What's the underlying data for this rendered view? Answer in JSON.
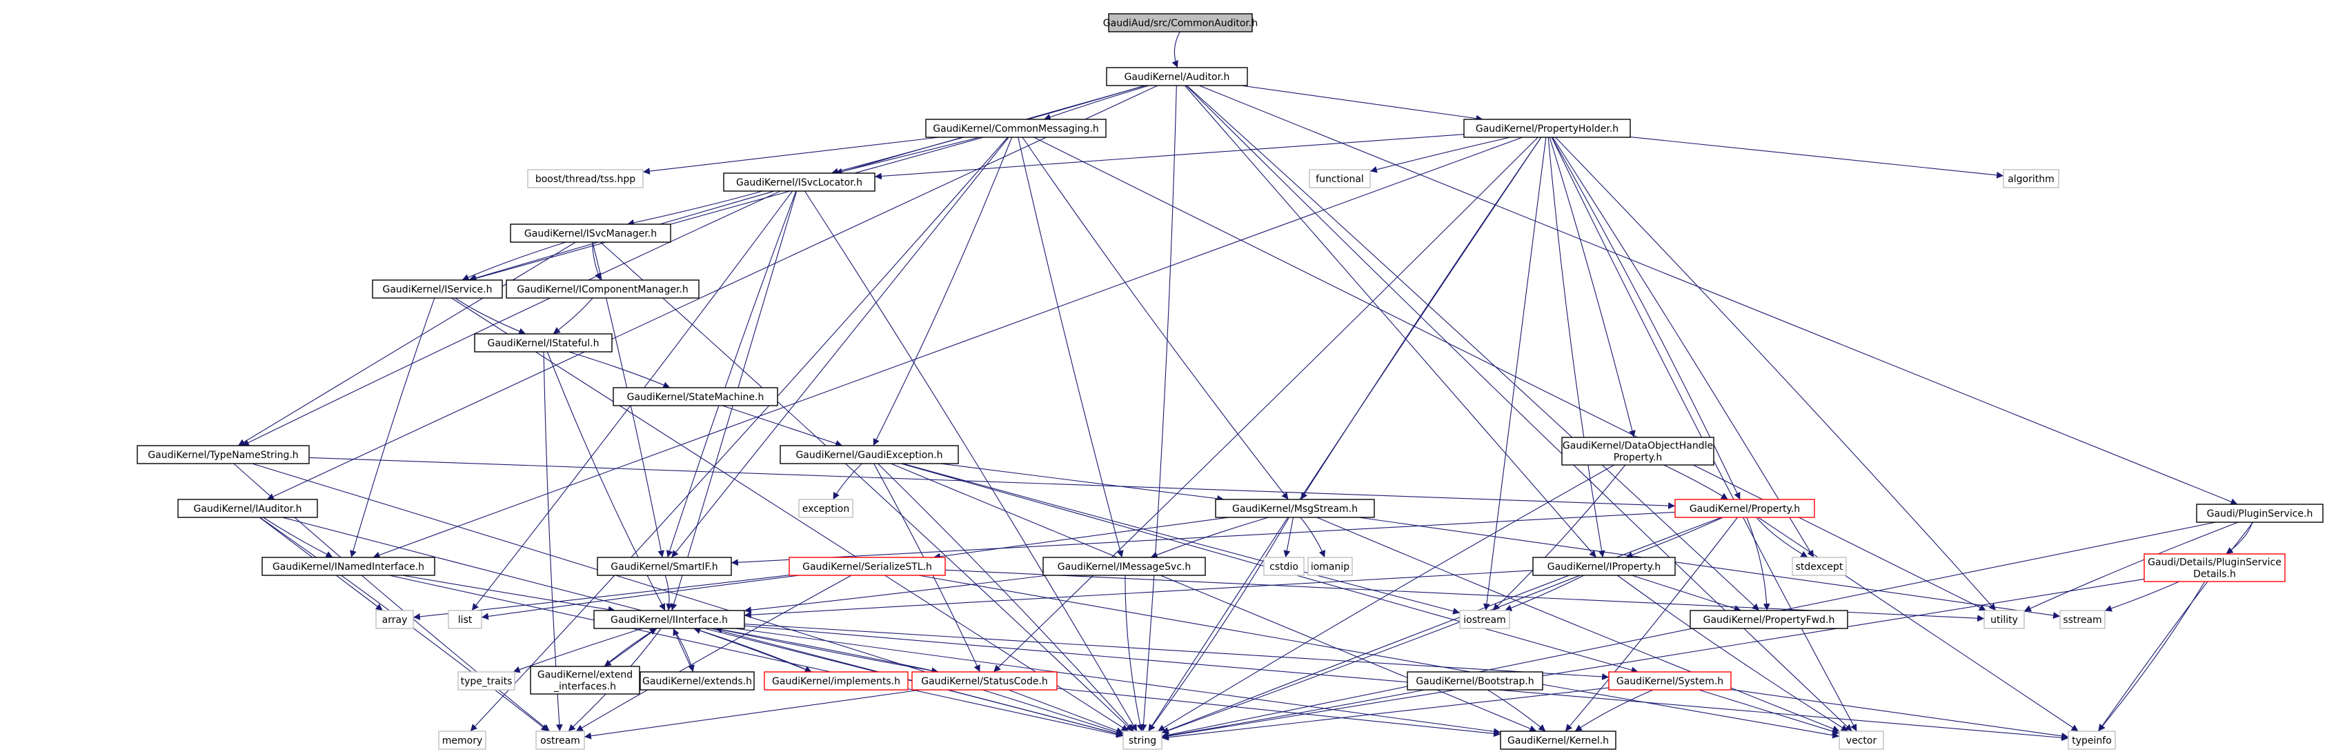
{
  "colors": {
    "edge": "#191970",
    "root_fill": "#bfbfbf",
    "root_border": "#000000",
    "normal_border": "#000000",
    "truncated_border": "#ff0000",
    "external_border": "#bfbfbf",
    "background": "#ffffff"
  },
  "nodes": [
    {
      "id": "root",
      "label": "GaudiAud/src/CommonAuditor.h",
      "kind": "root"
    },
    {
      "id": "auditor",
      "label": "GaudiKernel/Auditor.h",
      "kind": "normal"
    },
    {
      "id": "commonmsg",
      "label": "GaudiKernel/CommonMessaging.h",
      "kind": "normal"
    },
    {
      "id": "propholder",
      "label": "GaudiKernel/PropertyHolder.h",
      "kind": "normal"
    },
    {
      "id": "pluginsvc",
      "label": "Gaudi/PluginService.h",
      "kind": "normal"
    },
    {
      "id": "boostthread",
      "label": "boost/thread/tss.hpp",
      "kind": "external"
    },
    {
      "id": "isvclocator",
      "label": "GaudiKernel/ISvcLocator.h",
      "kind": "normal"
    },
    {
      "id": "functional",
      "label": "functional",
      "kind": "external"
    },
    {
      "id": "algorithm",
      "label": "algorithm",
      "kind": "external"
    },
    {
      "id": "isvcmanager",
      "label": "GaudiKernel/ISvcManager.h",
      "kind": "normal"
    },
    {
      "id": "iservice",
      "label": "GaudiKernel/IService.h",
      "kind": "normal"
    },
    {
      "id": "icompmgr",
      "label": "GaudiKernel/IComponentManager.h",
      "kind": "normal"
    },
    {
      "id": "istateful",
      "label": "GaudiKernel/IStateful.h",
      "kind": "normal"
    },
    {
      "id": "statemachine",
      "label": "GaudiKernel/StateMachine.h",
      "kind": "normal"
    },
    {
      "id": "typename",
      "label": "GaudiKernel/TypeNameString.h",
      "kind": "normal"
    },
    {
      "id": "gaudiexc",
      "label": "GaudiKernel/GaudiException.h",
      "kind": "normal"
    },
    {
      "id": "dataobj",
      "label": [
        "GaudiKernel/DataObjectHandle",
        "Property.h"
      ],
      "kind": "normal"
    },
    {
      "id": "iauditor",
      "label": "GaudiKernel/IAuditor.h",
      "kind": "normal"
    },
    {
      "id": "exception",
      "label": "exception",
      "kind": "external"
    },
    {
      "id": "msgstream",
      "label": "GaudiKernel/MsgStream.h",
      "kind": "normal"
    },
    {
      "id": "property",
      "label": "GaudiKernel/Property.h",
      "kind": "truncated"
    },
    {
      "id": "plugindetails",
      "label": [
        "Gaudi/Details/PluginService",
        "Details.h"
      ],
      "kind": "truncated"
    },
    {
      "id": "inamedif",
      "label": "GaudiKernel/INamedInterface.h",
      "kind": "normal"
    },
    {
      "id": "smartif",
      "label": "GaudiKernel/SmartIF.h",
      "kind": "normal"
    },
    {
      "id": "serializestl",
      "label": "GaudiKernel/SerializeSTL.h",
      "kind": "truncated"
    },
    {
      "id": "imessagesvc",
      "label": "GaudiKernel/IMessageSvc.h",
      "kind": "normal"
    },
    {
      "id": "cstdio",
      "label": "cstdio",
      "kind": "external"
    },
    {
      "id": "iomanip",
      "label": "iomanip",
      "kind": "external"
    },
    {
      "id": "iproperty",
      "label": "GaudiKernel/IProperty.h",
      "kind": "normal"
    },
    {
      "id": "stdexcept",
      "label": "stdexcept",
      "kind": "external"
    },
    {
      "id": "array",
      "label": "array",
      "kind": "external"
    },
    {
      "id": "list",
      "label": "list",
      "kind": "external"
    },
    {
      "id": "iinterface",
      "label": "GaudiKernel/IInterface.h",
      "kind": "normal"
    },
    {
      "id": "iostream",
      "label": "iostream",
      "kind": "external"
    },
    {
      "id": "propfwd",
      "label": "GaudiKernel/PropertyFwd.h",
      "kind": "normal"
    },
    {
      "id": "utility",
      "label": "utility",
      "kind": "external"
    },
    {
      "id": "sstream",
      "label": "sstream",
      "kind": "external"
    },
    {
      "id": "typetraits",
      "label": "type_traits",
      "kind": "external"
    },
    {
      "id": "extendif",
      "label": [
        "GaudiKernel/extend",
        "_interfaces.h"
      ],
      "kind": "normal"
    },
    {
      "id": "extends",
      "label": "GaudiKernel/extends.h",
      "kind": "normal"
    },
    {
      "id": "implements",
      "label": "GaudiKernel/implements.h",
      "kind": "truncated"
    },
    {
      "id": "statuscode",
      "label": "GaudiKernel/StatusCode.h",
      "kind": "truncated"
    },
    {
      "id": "bootstrap",
      "label": "GaudiKernel/Bootstrap.h",
      "kind": "normal"
    },
    {
      "id": "system",
      "label": "GaudiKernel/System.h",
      "kind": "truncated"
    },
    {
      "id": "memory",
      "label": "memory",
      "kind": "external"
    },
    {
      "id": "ostream",
      "label": "ostream",
      "kind": "external"
    },
    {
      "id": "string",
      "label": "string",
      "kind": "external"
    },
    {
      "id": "kernel",
      "label": "GaudiKernel/Kernel.h",
      "kind": "normal"
    },
    {
      "id": "vector",
      "label": "vector",
      "kind": "external"
    },
    {
      "id": "typeinfo",
      "label": "typeinfo",
      "kind": "external"
    }
  ],
  "edges": [
    [
      "root",
      "auditor"
    ],
    [
      "auditor",
      "commonmsg"
    ],
    [
      "auditor",
      "propholder"
    ],
    [
      "auditor",
      "pluginsvc"
    ],
    [
      "auditor",
      "isvclocator"
    ],
    [
      "auditor",
      "iservice"
    ],
    [
      "auditor",
      "iauditor"
    ],
    [
      "auditor",
      "iproperty"
    ],
    [
      "auditor",
      "propfwd"
    ],
    [
      "auditor",
      "string"
    ],
    [
      "auditor",
      "vector"
    ],
    [
      "commonmsg",
      "boostthread"
    ],
    [
      "commonmsg",
      "isvclocator"
    ],
    [
      "commonmsg",
      "iservice"
    ],
    [
      "commonmsg",
      "gaudiexc"
    ],
    [
      "commonmsg",
      "msgstream"
    ],
    [
      "commonmsg",
      "imessagesvc"
    ],
    [
      "commonmsg",
      "smartif"
    ],
    [
      "commonmsg",
      "utility"
    ],
    [
      "commonmsg",
      "memory"
    ],
    [
      "propholder",
      "isvclocator"
    ],
    [
      "propholder",
      "functional"
    ],
    [
      "propholder",
      "algorithm"
    ],
    [
      "propholder",
      "dataobj"
    ],
    [
      "propholder",
      "property"
    ],
    [
      "propholder",
      "iproperty"
    ],
    [
      "propholder",
      "msgstream"
    ],
    [
      "propholder",
      "iostream"
    ],
    [
      "propholder",
      "stdexcept"
    ],
    [
      "propholder",
      "utility"
    ],
    [
      "propholder",
      "vector"
    ],
    [
      "propholder",
      "string"
    ],
    [
      "propholder",
      "inamedif"
    ],
    [
      "propholder",
      "statuscode"
    ],
    [
      "isvclocator",
      "isvcmanager"
    ],
    [
      "isvclocator",
      "typename"
    ],
    [
      "isvclocator",
      "smartif"
    ],
    [
      "isvclocator",
      "iinterface"
    ],
    [
      "isvclocator",
      "list"
    ],
    [
      "isvclocator",
      "string"
    ],
    [
      "isvcmanager",
      "iservice"
    ],
    [
      "isvcmanager",
      "icompmgr"
    ],
    [
      "isvcmanager",
      "typename"
    ],
    [
      "isvcmanager",
      "smartif"
    ],
    [
      "isvcmanager",
      "string"
    ],
    [
      "iservice",
      "istateful"
    ],
    [
      "iservice",
      "inamedif"
    ],
    [
      "iservice",
      "string"
    ],
    [
      "icompmgr",
      "istateful"
    ],
    [
      "istateful",
      "statemachine"
    ],
    [
      "istateful",
      "iinterface"
    ],
    [
      "istateful",
      "ostream"
    ],
    [
      "statemachine",
      "gaudiexc"
    ],
    [
      "typename",
      "property"
    ],
    [
      "typename",
      "string"
    ],
    [
      "typename",
      "ostream"
    ],
    [
      "gaudiexc",
      "exception"
    ],
    [
      "gaudiexc",
      "msgstream"
    ],
    [
      "gaudiexc",
      "statuscode"
    ],
    [
      "gaudiexc",
      "string"
    ],
    [
      "gaudiexc",
      "iostream"
    ],
    [
      "gaudiexc",
      "system"
    ],
    [
      "gaudiexc",
      "kernel"
    ],
    [
      "dataobj",
      "property"
    ],
    [
      "dataobj",
      "iostream"
    ],
    [
      "dataobj",
      "string"
    ],
    [
      "iauditor",
      "inamedif"
    ],
    [
      "iauditor",
      "array"
    ],
    [
      "iauditor",
      "string"
    ],
    [
      "iauditor",
      "ostream"
    ],
    [
      "msgstream",
      "imessagesvc"
    ],
    [
      "msgstream",
      "serializestl"
    ],
    [
      "msgstream",
      "cstdio"
    ],
    [
      "msgstream",
      "iomanip"
    ],
    [
      "msgstream",
      "string"
    ],
    [
      "msgstream",
      "vector"
    ],
    [
      "msgstream",
      "sstream"
    ],
    [
      "property",
      "smartif"
    ],
    [
      "property",
      "iproperty"
    ],
    [
      "property",
      "propfwd"
    ],
    [
      "property",
      "stdexcept"
    ],
    [
      "property",
      "string"
    ],
    [
      "property",
      "typeinfo"
    ],
    [
      "property",
      "kernel"
    ],
    [
      "pluginsvc",
      "plugindetails"
    ],
    [
      "pluginsvc",
      "utility"
    ],
    [
      "pluginsvc",
      "typeinfo"
    ],
    [
      "pluginsvc",
      "string"
    ],
    [
      "plugindetails",
      "sstream"
    ],
    [
      "plugindetails",
      "typeinfo"
    ],
    [
      "plugindetails",
      "string"
    ],
    [
      "inamedif",
      "iinterface"
    ],
    [
      "inamedif",
      "string"
    ],
    [
      "smartif",
      "iinterface"
    ],
    [
      "serializestl",
      "array"
    ],
    [
      "serializestl",
      "list"
    ],
    [
      "serializestl",
      "ostream"
    ],
    [
      "serializestl",
      "utility"
    ],
    [
      "serializestl",
      "vector"
    ],
    [
      "imessagesvc",
      "iinterface"
    ],
    [
      "imessagesvc",
      "string"
    ],
    [
      "iproperty",
      "iinterface"
    ],
    [
      "iproperty",
      "propfwd"
    ],
    [
      "iproperty",
      "iostream"
    ],
    [
      "iproperty",
      "string"
    ],
    [
      "iproperty",
      "vector"
    ],
    [
      "iinterface",
      "typetraits"
    ],
    [
      "iinterface",
      "extendif"
    ],
    [
      "iinterface",
      "extends"
    ],
    [
      "iinterface",
      "implements"
    ],
    [
      "iinterface",
      "statuscode"
    ],
    [
      "iinterface",
      "system"
    ],
    [
      "iinterface",
      "kernel"
    ],
    [
      "iinterface",
      "string"
    ],
    [
      "iinterface",
      "ostream"
    ],
    [
      "iinterface",
      "typeinfo"
    ],
    [
      "extendif",
      "iinterface"
    ],
    [
      "extends",
      "iinterface"
    ],
    [
      "implements",
      "iinterface"
    ],
    [
      "statuscode",
      "iinterface"
    ],
    [
      "statuscode",
      "kernel"
    ],
    [
      "statuscode",
      "ostream"
    ],
    [
      "statuscode",
      "string"
    ],
    [
      "bootstrap",
      "kernel"
    ],
    [
      "bootstrap",
      "string"
    ],
    [
      "system",
      "kernel"
    ],
    [
      "system",
      "string"
    ],
    [
      "system",
      "vector"
    ],
    [
      "system",
      "typeinfo"
    ]
  ]
}
